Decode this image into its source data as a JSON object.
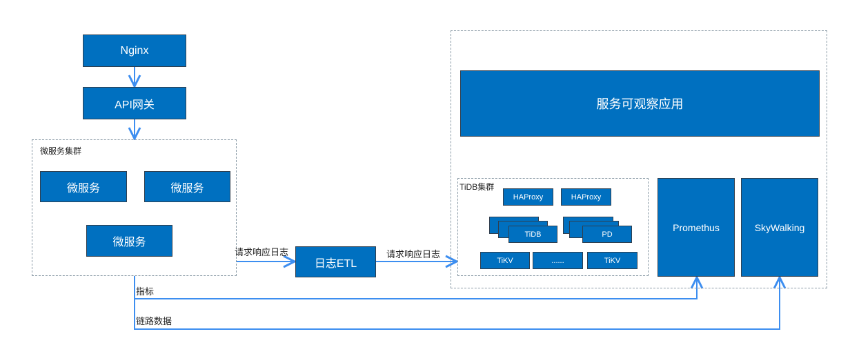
{
  "nodes": {
    "nginx": "Nginx",
    "api_gateway": "API网关",
    "cluster_label": "微服务集群",
    "micro1": "微服务",
    "micro2": "微服务",
    "micro3": "微服务",
    "etl": "日志ETL",
    "observability_app": "服务可观察应用",
    "tidb_cluster_label": "TiDB集群",
    "haproxy1": "HAProxy",
    "haproxy2": "HAProxy",
    "tidb": "TiDB",
    "pd": "PD",
    "tikv1": "TiKV",
    "tikv_more": "......",
    "tikv2": "TiKV",
    "prometheus": "Promethus",
    "skywalking": "SkyWalking"
  },
  "edges": {
    "log1": "请求响应日志",
    "log2": "请求响应日志",
    "metrics": "指标",
    "trace": "链路数据"
  },
  "colors": {
    "box": "#0070c0",
    "line": "#3d8ef0"
  }
}
